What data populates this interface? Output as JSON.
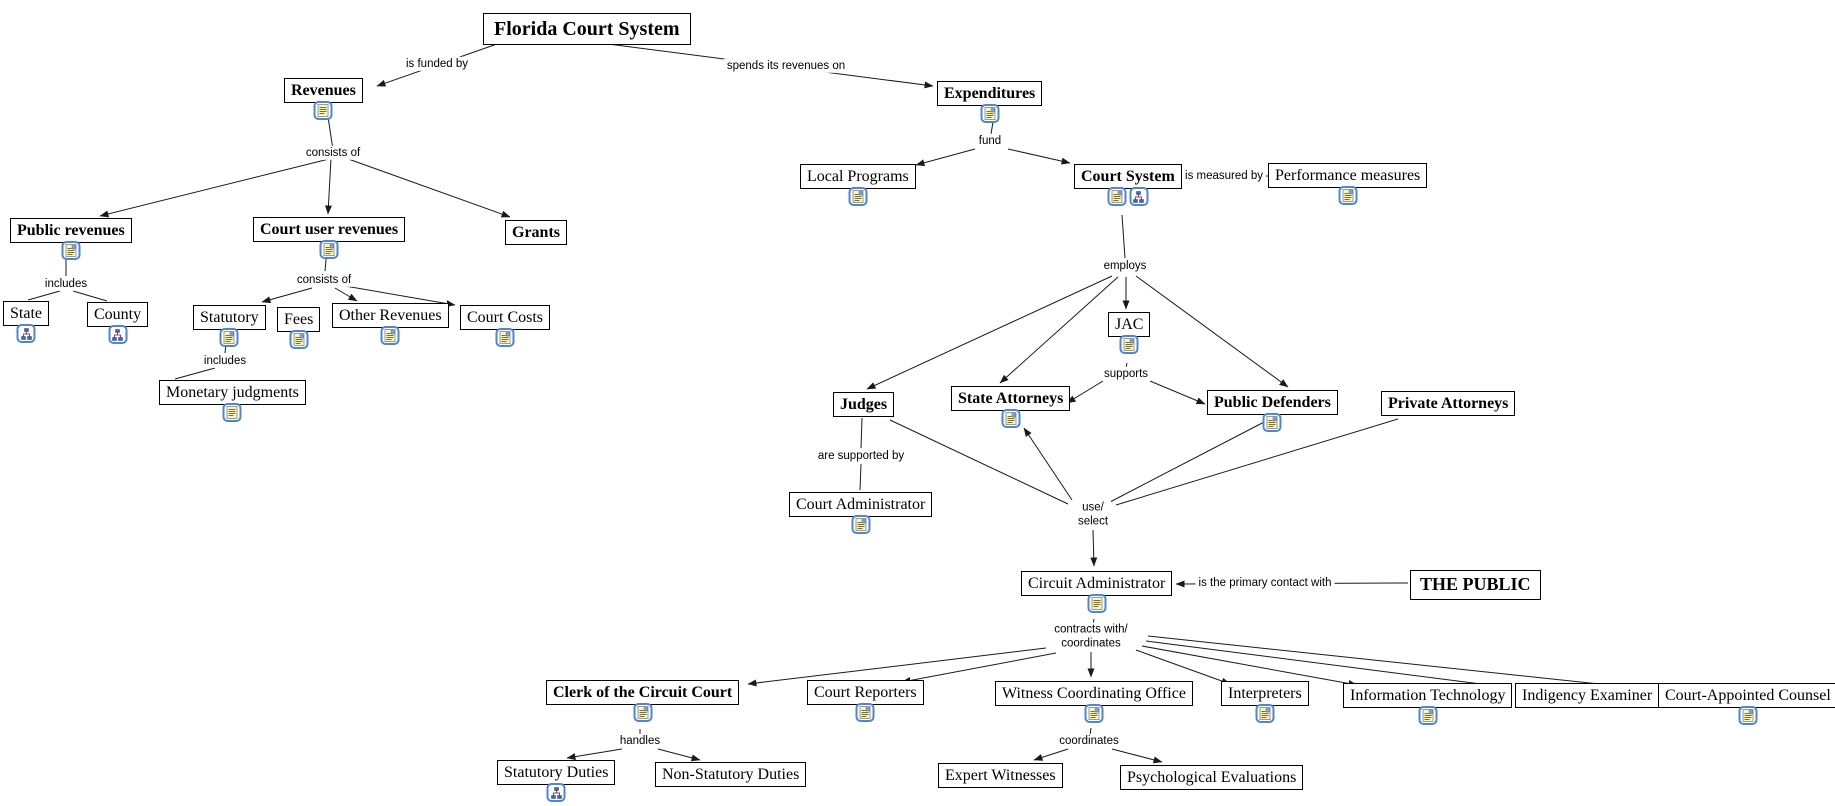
{
  "diagram_title": "Florida Court System",
  "colors": {
    "line": "#1a1a1a",
    "node_border": "#000000",
    "node_background": "#ffffff",
    "resource_icon_border": "#4f86cf",
    "resource_icon_document": "#fdf5c2",
    "hierarchy_icon_square": "#3f66b8"
  },
  "icons": {
    "document_icon": "text-document resource",
    "image_document_icon": "document-with-image resource",
    "hierarchy_icon": "sub-map / org-chart resource"
  },
  "nodes": {
    "florida_court_system": "Florida Court System",
    "revenues": "Revenues",
    "expenditures": "Expenditures",
    "local_programs": "Local Programs",
    "court_system": "Court System",
    "performance_measures": "Performance measures",
    "public_revenues": "Public revenues",
    "court_user_revenues": "Court user revenues",
    "grants": "Grants",
    "state": "State",
    "county": "County",
    "statutory": "Statutory",
    "fees": "Fees",
    "other_revenues": "Other Revenues",
    "court_costs": "Court Costs",
    "monetary_judgments": "Monetary judgments",
    "jac": "JAC",
    "judges": "Judges",
    "state_attorneys": "State Attorneys",
    "public_defenders": "Public Defenders",
    "private_attorneys": "Private Attorneys",
    "court_administrator": "Court Administrator",
    "circuit_administrator": "Circuit Administrator",
    "the_public": "THE PUBLIC",
    "clerk_circuit_court": "Clerk of the Circuit Court",
    "court_reporters": "Court Reporters",
    "witness_coordinating_office": "Witness Coordinating Office",
    "interpreters": "Interpreters",
    "information_technology": "Information Technology",
    "indigency_examiner": "Indigency Examiner",
    "court_appointed_counsel": "Court-Appointed Counsel",
    "statutory_duties": "Statutory Duties",
    "non_statutory_duties": "Non-Statutory Duties",
    "expert_witnesses": "Expert Witnesses",
    "psychological_evaluations": "Psychological Evaluations"
  },
  "links": {
    "is_funded_by": "is funded by",
    "spends_revenues_on": "spends its revenues on",
    "consists_of_revenues": "consists of",
    "includes_public": "includes",
    "consists_of_user": "consists of",
    "includes_statutory": "includes",
    "fund": "fund",
    "is_measured_by": "is measured by",
    "employs": "employs",
    "supports": "supports",
    "are_supported_by": "are supported by",
    "use_select": "use/\nselect",
    "primary_contact": "is the primary contact with",
    "contracts_coordinates": "contracts with/\ncoordinates",
    "handles": "handles",
    "coordinates": "coordinates"
  }
}
